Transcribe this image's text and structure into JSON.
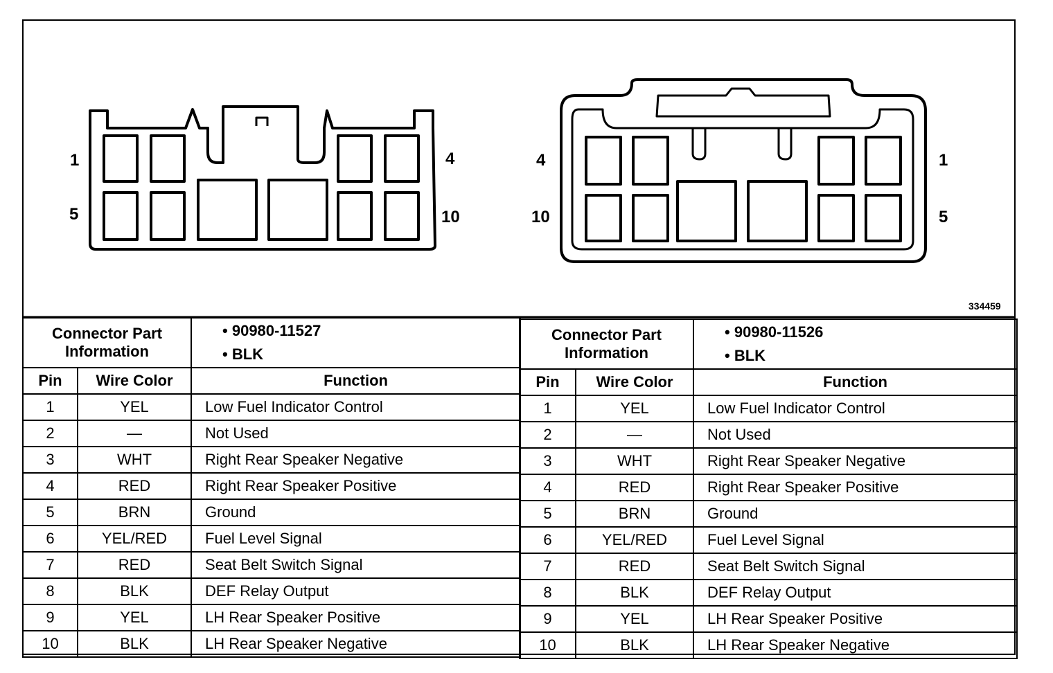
{
  "figure_id": "334459",
  "connectors": [
    {
      "side": "left",
      "pin_labels": {
        "top_left": "1",
        "bottom_left": "5",
        "top_right": "4",
        "bottom_right": "10"
      },
      "info_label": "Connector Part Information",
      "part_number": "90980-11527",
      "color": "BLK",
      "columns": {
        "pin": "Pin",
        "wire": "Wire Color",
        "function": "Function"
      },
      "rows": [
        {
          "pin": "1",
          "wire": "YEL",
          "function": "Low Fuel Indicator Control"
        },
        {
          "pin": "2",
          "wire": "—",
          "function": "Not Used"
        },
        {
          "pin": "3",
          "wire": "WHT",
          "function": "Right Rear Speaker Negative"
        },
        {
          "pin": "4",
          "wire": "RED",
          "function": "Right Rear Speaker Positive"
        },
        {
          "pin": "5",
          "wire": "BRN",
          "function": "Ground"
        },
        {
          "pin": "6",
          "wire": "YEL/RED",
          "function": "Fuel Level Signal"
        },
        {
          "pin": "7",
          "wire": "RED",
          "function": "Seat Belt Switch Signal"
        },
        {
          "pin": "8",
          "wire": "BLK",
          "function": "DEF Relay Output"
        },
        {
          "pin": "9",
          "wire": "YEL",
          "function": "LH Rear Speaker Positive"
        },
        {
          "pin": "10",
          "wire": "BLK",
          "function": "LH Rear Speaker Negative"
        }
      ]
    },
    {
      "side": "right",
      "pin_labels": {
        "top_left": "4",
        "bottom_left": "10",
        "top_right": "1",
        "bottom_right": "5"
      },
      "info_label": "Connector Part Information",
      "part_number": "90980-11526",
      "color": "BLK",
      "columns": {
        "pin": "Pin",
        "wire": "Wire Color",
        "function": "Function"
      },
      "rows": [
        {
          "pin": "1",
          "wire": "YEL",
          "function": "Low Fuel Indicator Control"
        },
        {
          "pin": "2",
          "wire": "—",
          "function": "Not Used"
        },
        {
          "pin": "3",
          "wire": "WHT",
          "function": "Right Rear Speaker Negative"
        },
        {
          "pin": "4",
          "wire": "RED",
          "function": "Right Rear Speaker Positive"
        },
        {
          "pin": "5",
          "wire": "BRN",
          "function": "Ground"
        },
        {
          "pin": "6",
          "wire": "YEL/RED",
          "function": "Fuel Level Signal"
        },
        {
          "pin": "7",
          "wire": "RED",
          "function": "Seat Belt Switch Signal"
        },
        {
          "pin": "8",
          "wire": "BLK",
          "function": "DEF Relay Output"
        },
        {
          "pin": "9",
          "wire": "YEL",
          "function": "LH Rear Speaker Positive"
        },
        {
          "pin": "10",
          "wire": "BLK",
          "function": "LH Rear Speaker Negative"
        }
      ]
    }
  ]
}
